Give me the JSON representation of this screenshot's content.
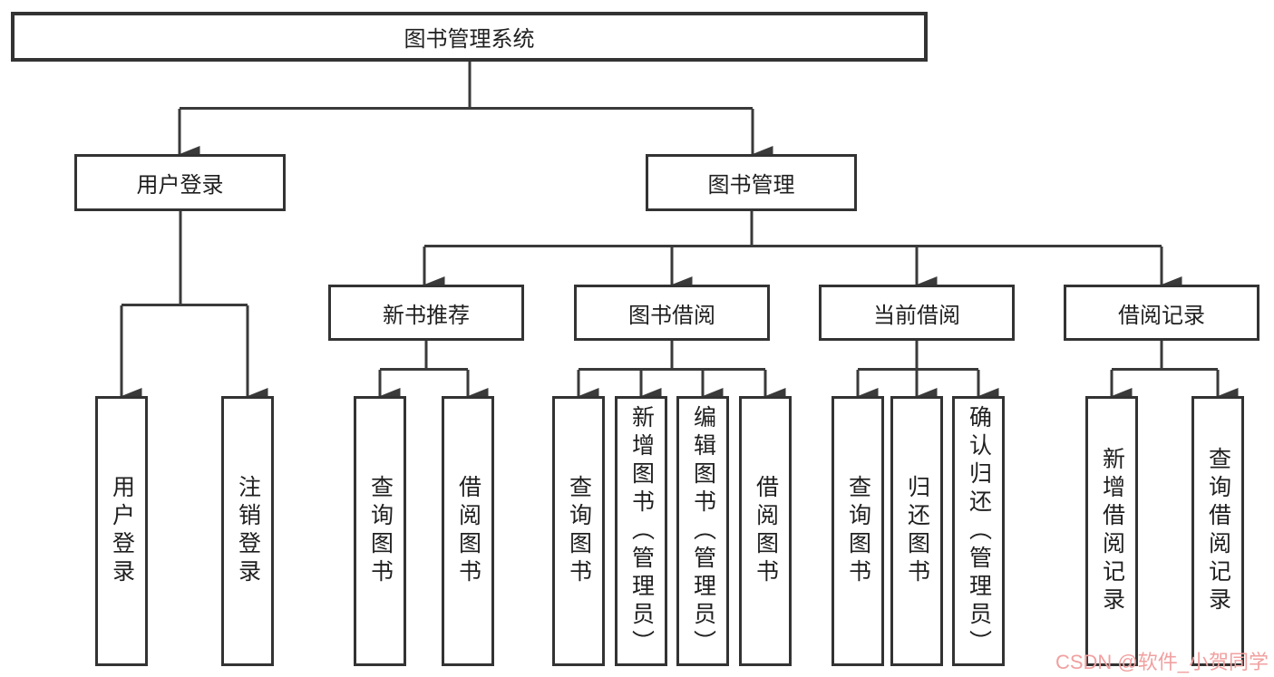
{
  "tree": {
    "label": "图书管理系统",
    "children": [
      {
        "label": "用户登录",
        "children": [
          {
            "label": "用户登录"
          },
          {
            "label": "注销登录"
          }
        ]
      },
      {
        "label": "图书管理",
        "children": [
          {
            "label": "新书推荐",
            "children": [
              {
                "label": "查询图书"
              },
              {
                "label": "借阅图书"
              }
            ]
          },
          {
            "label": "图书借阅",
            "children": [
              {
                "label": "查询图书"
              },
              {
                "label": "新增图书（管理员）"
              },
              {
                "label": "编辑图书（管理员）"
              },
              {
                "label": "借阅图书"
              }
            ]
          },
          {
            "label": "当前借阅",
            "children": [
              {
                "label": "查询图书"
              },
              {
                "label": "归还图书"
              },
              {
                "label": "确认归还（管理员）"
              }
            ]
          },
          {
            "label": "借阅记录",
            "children": [
              {
                "label": "新增借阅记录"
              },
              {
                "label": "查询借阅记录"
              }
            ]
          }
        ]
      }
    ]
  },
  "watermark": {
    "text": "CSDN @软件_小贺同学"
  },
  "colors": {
    "box-border": "#333333",
    "connector": "#3a3a3a",
    "text": "#1f1f1f",
    "watermark": "#f1a0a0",
    "background": "#ffffff"
  }
}
